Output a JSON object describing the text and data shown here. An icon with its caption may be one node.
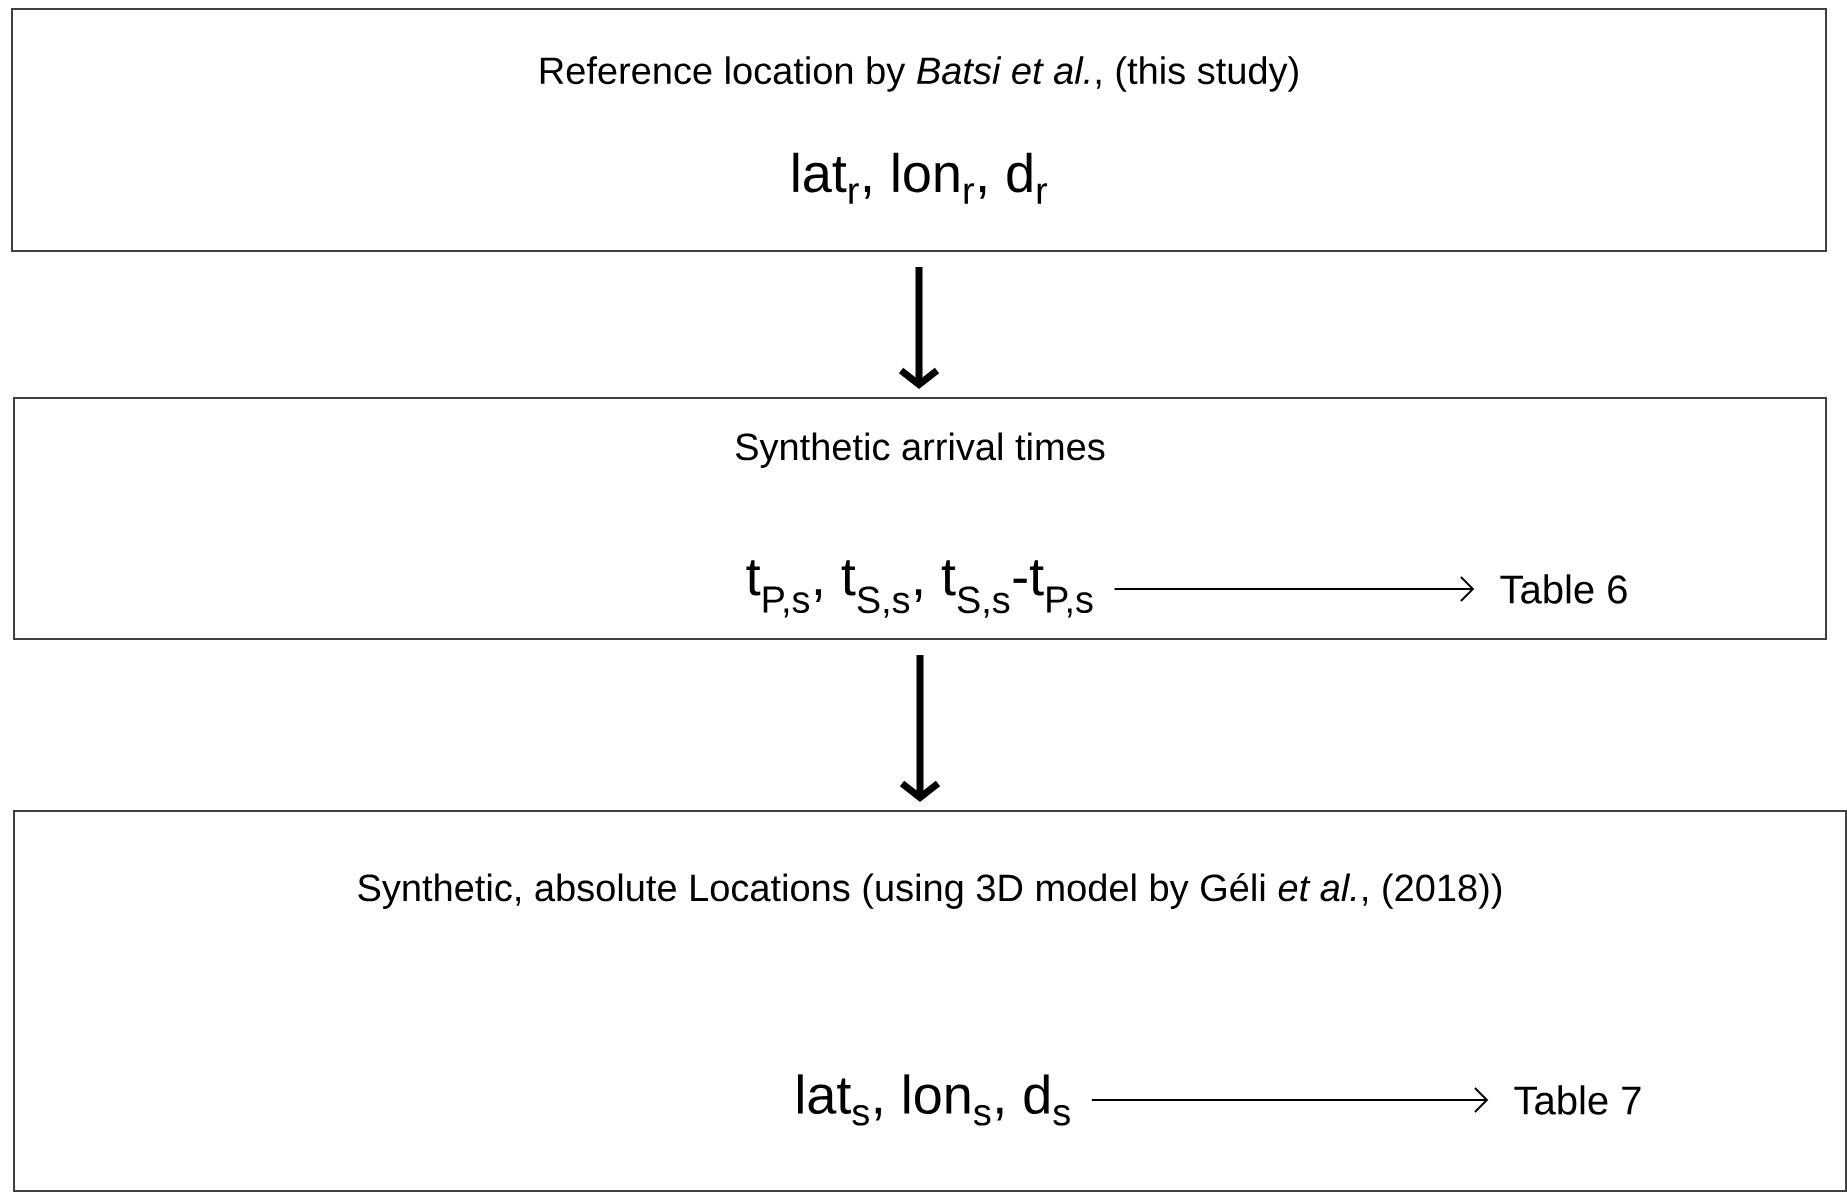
{
  "diagram": {
    "nodes": [
      {
        "text": [
          "Reference location by *Batsi et al.*, (this study)",
          "lat$_{r}$, lon$_{r}$, d$_{r}$"
        ]
      },
      {
        "text": [
          "Synthetic arrival times"
        ]
      },
      {
        "text": [
          "t$_{P,s}$, t$_{S,s}$, t$_{S,s}$-t$_{P,s}$"
        ],
        "in": 1
      },
      {
        "text": [
          "Table 6"
        ],
        "in": 1
      },
      {
        "text": [
          "Synthetic, absolute Locations (using 3D model by Géli *et al.*, (2018))"
        ]
      },
      {
        "text": [
          "lat$_{s}$, lon$_{s}$, d$_{s}$"
        ],
        "in": 4
      },
      {
        "text": [
          "Table 7"
        ],
        "in": 4
      }
    ],
    "edges": [
      {
        "from": 0,
        "to": 1,
        "arrow": "to",
        "style": "thick"
      },
      {
        "from": 2,
        "to": 3,
        "arrow": "to"
      },
      {
        "from": 1,
        "to": 4,
        "arrow": "to",
        "style": "thick"
      },
      {
        "from": 5,
        "to": 6,
        "arrow": "to"
      }
    ]
  }
}
